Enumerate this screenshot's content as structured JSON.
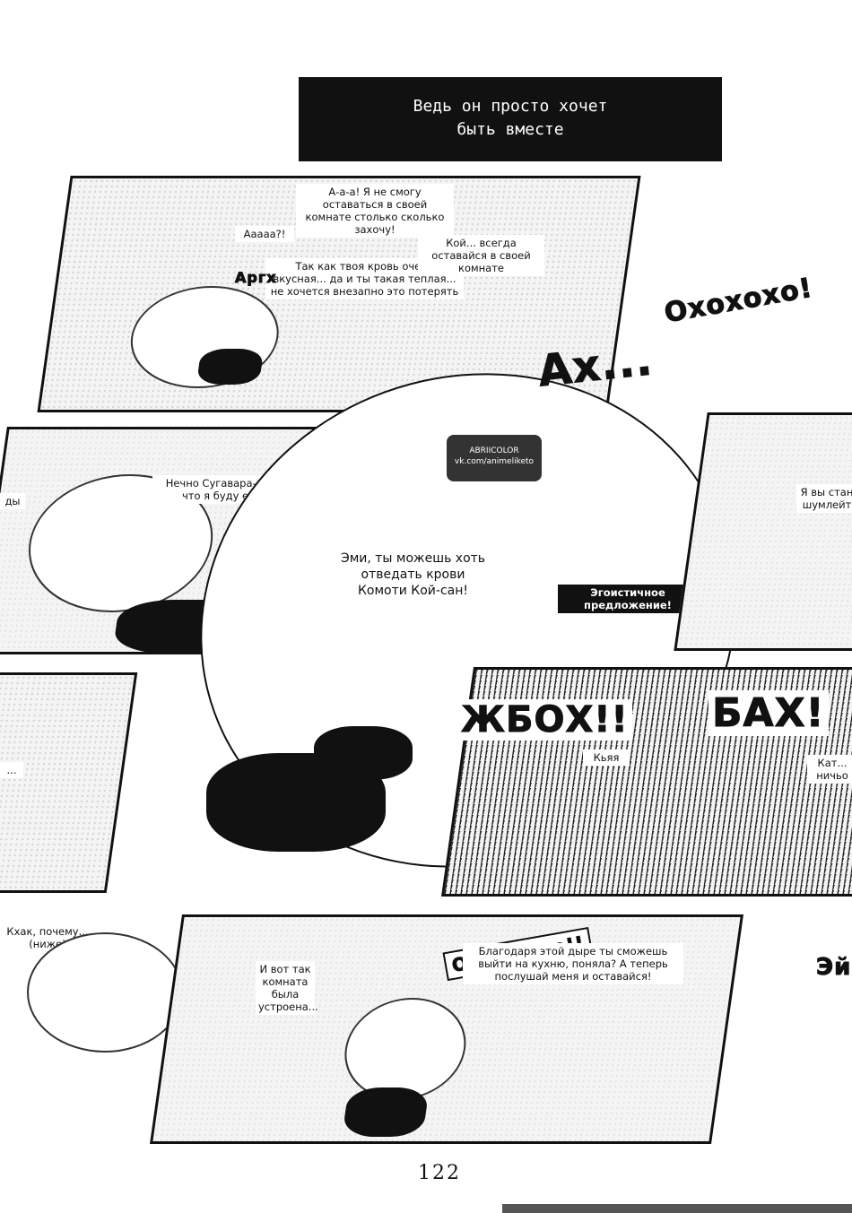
{
  "caption": {
    "line1": "Ведь он просто хочет",
    "line2": "быть вместе"
  },
  "watermark": {
    "line1": "ABRIICOLOR",
    "line2": "vk.com/animeliketo"
  },
  "page_number": "122",
  "bubbles": {
    "p1_top": "А-а-а! Я не смогу оставаться в своей комнате столько сколько захочу!",
    "p1_scream": "Ааааа?!",
    "p1_left": "Так как твоя кровь очень вкусная... да и ты такая теплая... не хочется внезапно это потерять",
    "p1_right": "Кой... всегда оставайся в своей комнате",
    "p2_right": "Нечно Сугавара-кун, а что я буду есть?",
    "p2_left_fragment": "ды",
    "center_main": "Эми, ты можешь хоть отведать крови Комоти Кой-сан!",
    "center_offer": "Эгоистичное предложение!",
    "right_edge": "Я вы стан шумлейт",
    "sfx_bottom_right_small": "Кьяя",
    "bottom_left": "Кхак, почему... (ниже)",
    "bottom_thanks": "Благодаря этой дыре ты сможешь выйти на кухню, поняла? А теперь послушай меня и оставайся!",
    "bottom_left_col": "И вот так комната была устроена...",
    "right_cut_bottom": "Кат... ничьо",
    "far_left_cut": "...",
    "bottom_sign": "Отверстие!!"
  },
  "sfx": {
    "top_right": "Охохохо!",
    "right_big": "Ах...",
    "center_hit": "ЖБОХ!!",
    "right_crash": "БАХ!",
    "small_top": "Аргх",
    "bottom_corner": "Эй"
  }
}
